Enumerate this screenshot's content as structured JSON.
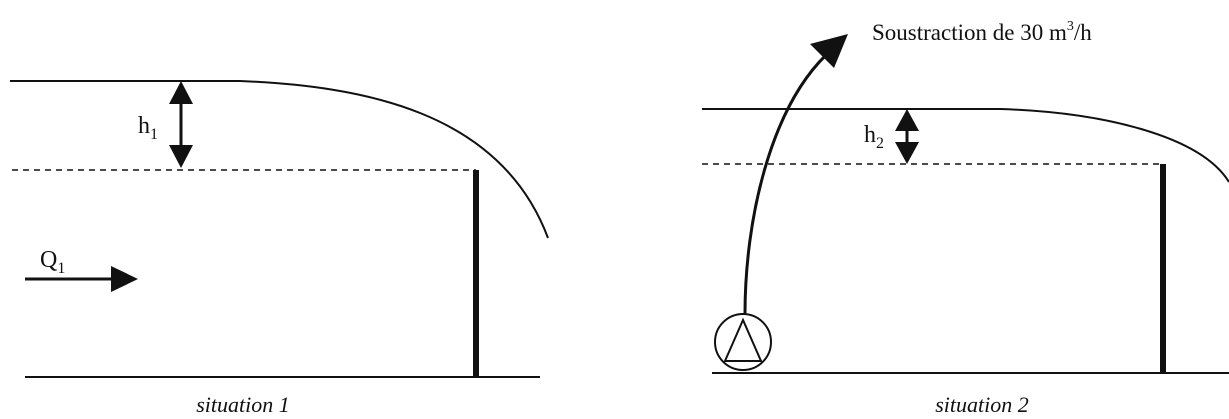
{
  "situation_1": {
    "caption": "situation 1",
    "head_label": {
      "base": "h",
      "sub": "1"
    },
    "flow_label": {
      "base": "Q",
      "sub": "1"
    }
  },
  "situation_2": {
    "caption": "situation 2",
    "head_label": {
      "base": "h",
      "sub": "2"
    },
    "withdrawal_label": {
      "prefix": "Soustraction de 30 m",
      "sup": "3",
      "suffix": "/h"
    },
    "pump_icon": "pump-icon"
  },
  "colors": {
    "ink": "#111111",
    "background": "#ffffff"
  }
}
